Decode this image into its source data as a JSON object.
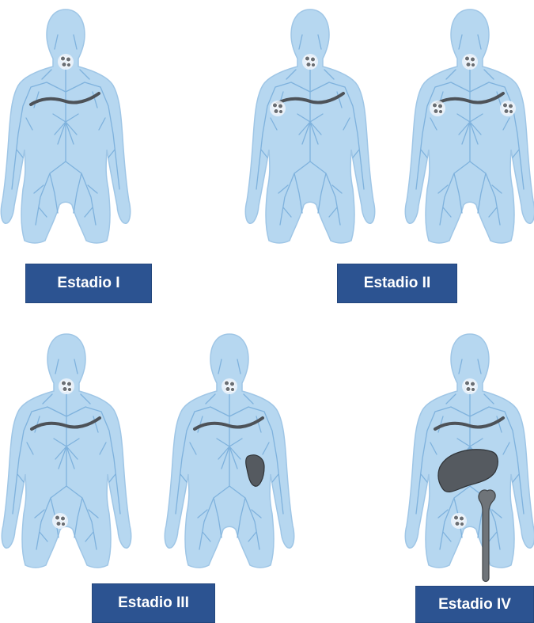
{
  "stages": {
    "stage_1": {
      "label": "Estadio I"
    },
    "stage_2": {
      "label": "Estadio II"
    },
    "stage_3": {
      "label": "Estadio III"
    },
    "stage_4": {
      "label": "Estadio IV"
    }
  },
  "colors": {
    "body": "#b6d7f0",
    "lymph_vessels": "#7fb2dd",
    "affected_nodes": "#6a6f75",
    "label_background": "#2c5391",
    "label_text": "#ffffff"
  }
}
